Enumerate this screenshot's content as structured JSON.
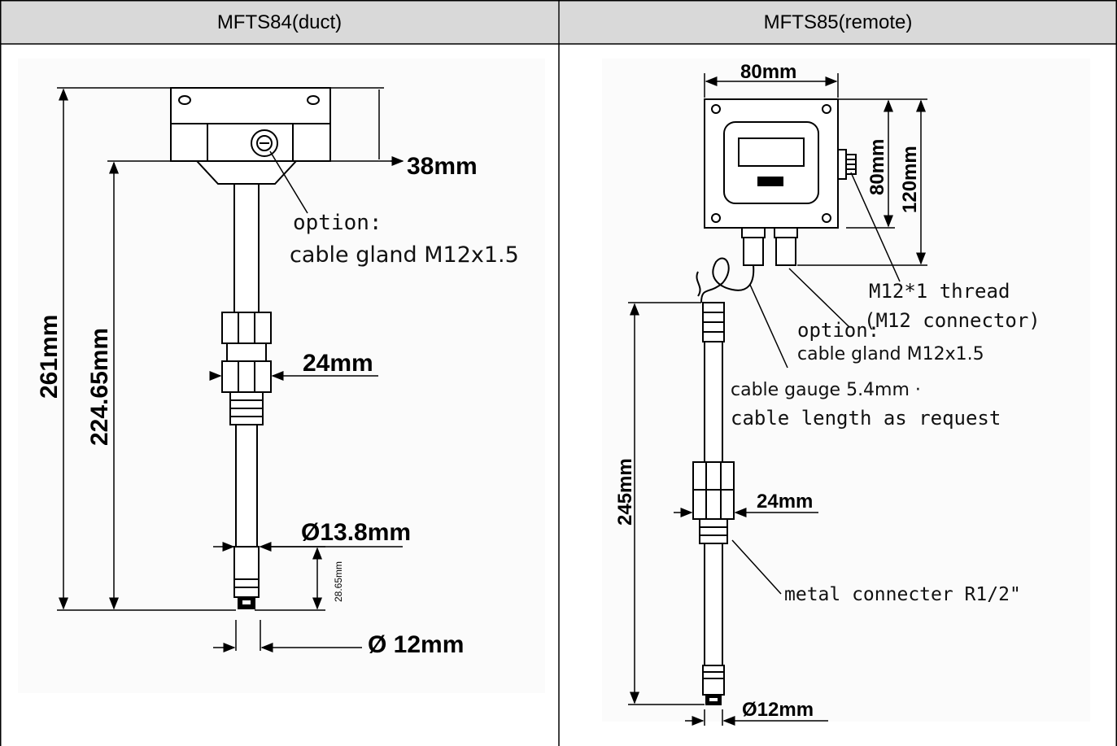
{
  "columns": {
    "left_header": "MFTS84(duct)",
    "right_header": "MFTS85(remote)"
  },
  "left": {
    "dim_38": "38mm",
    "option_label": "option:",
    "cable_gland": "cable gland M12x1.5",
    "dim_261": "261mm",
    "dim_22465": "224.65mm",
    "dim_24": "24mm",
    "dim_138": "Ø13.8mm",
    "dim_2865": "28.65mm",
    "dim_12": "Ø 12mm"
  },
  "right": {
    "dim_80w": "80mm",
    "dim_80h": "80mm",
    "dim_120": "120mm",
    "thread": "M12*1 thread",
    "connector": "(M12 connector)",
    "option_label": "option:",
    "cable_gland": "cable gland M12x1.5",
    "cable_gauge": "cable gauge 5.4mm ·",
    "cable_length": "cable length as request",
    "dim_245": "245mm",
    "dim_24": "24mm",
    "metal_connecter": "metal connecter R1/2\"",
    "dim_12": "Ø12mm"
  }
}
